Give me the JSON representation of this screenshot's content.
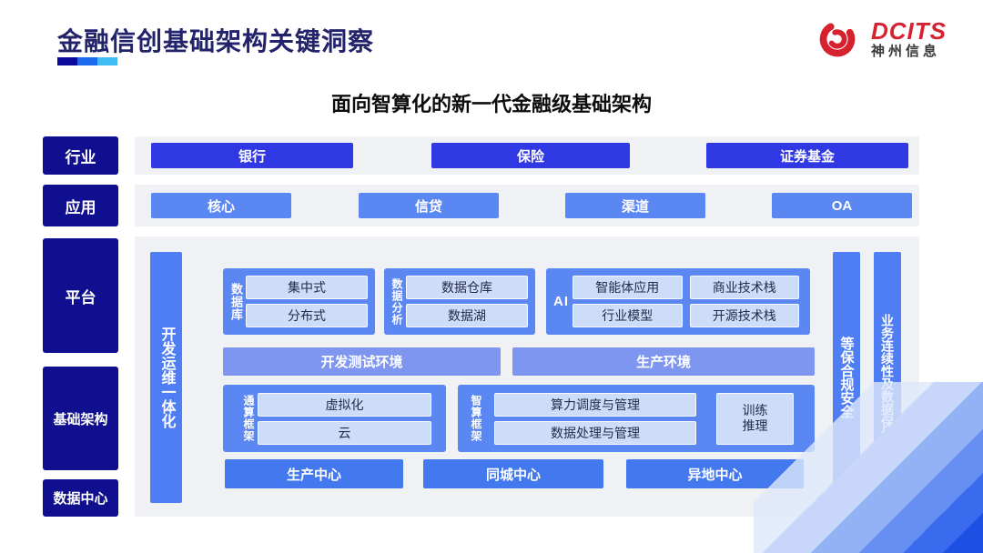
{
  "header": {
    "title": "金融信创基础架构关键洞察",
    "underline_colors": [
      "#0a0a9e",
      "#1a6bf0",
      "#3fbcf2"
    ],
    "logo": {
      "brand": "DCITS",
      "company": "神州信息",
      "brand_color": "#d6212f"
    }
  },
  "subtitle": "面向智算化的新一代金融级基础架构",
  "diagram": {
    "row_labels": {
      "industry": "行业",
      "application": "应用",
      "platform": "平台",
      "infrastructure": "基础架构",
      "datacenter": "数据中心"
    },
    "industry_items": [
      "银行",
      "保险",
      "证券基金"
    ],
    "application_items": [
      "核心",
      "信贷",
      "渠道",
      "OA"
    ],
    "devops_bar": "开发运维一体化",
    "security_bar": "等保合规安全",
    "continuity_bar": "业务连续性及数据保护",
    "database_group": {
      "label": "数据库",
      "items": [
        "集中式",
        "分布式"
      ]
    },
    "analytics_group": {
      "label": "数据分析",
      "items": [
        "数据仓库",
        "数据湖"
      ]
    },
    "ai_group": {
      "label": "AI",
      "items": [
        "智能体应用",
        "商业技术栈",
        "行业模型",
        "开源技术栈"
      ]
    },
    "env_bars": [
      "开发测试环境",
      "生产环境"
    ],
    "general_compute_group": {
      "label": "通算框架",
      "items": [
        "虚拟化",
        "云"
      ]
    },
    "intelligent_compute_group": {
      "label": "智算框架",
      "items": [
        "算力调度与管理",
        "数据处理与管理"
      ],
      "side_item": "训练\n推理"
    },
    "datacenter_items": [
      "生产中心",
      "同城中心",
      "异地中心"
    ],
    "colors": {
      "deep_navy": "#0f0f90",
      "primary_blue": "#2f38e2",
      "medium_blue": "#5b87f3",
      "bar_blue": "#4f7df3",
      "env_blue": "#7e96ef",
      "center_blue": "#4478ee",
      "light_chip": "#cddcf8",
      "panel_gray": "#f0f1f4"
    }
  }
}
